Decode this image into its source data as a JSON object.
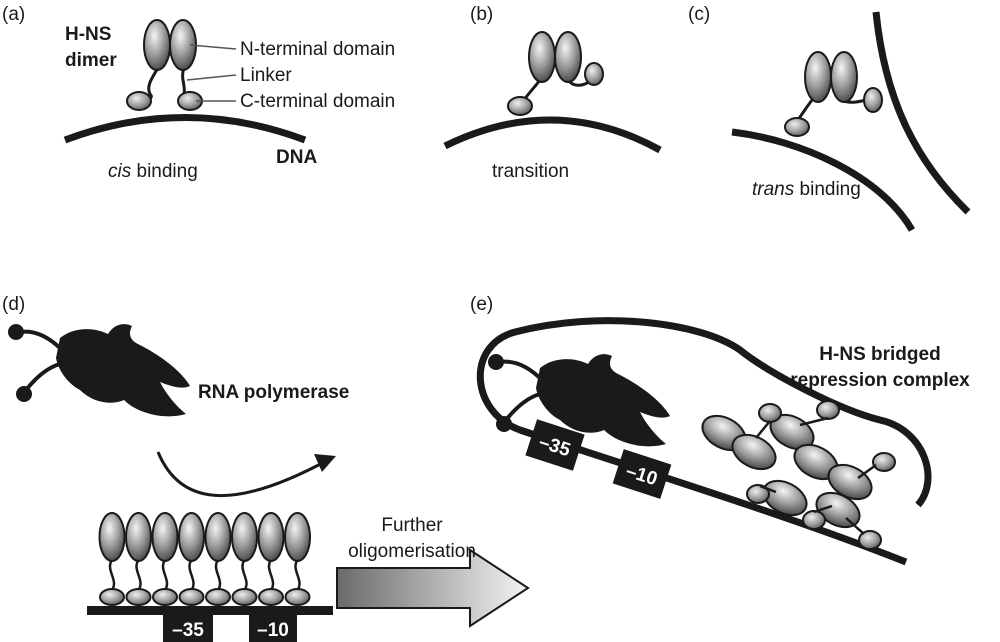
{
  "panels": {
    "a": "(a)",
    "b": "(b)",
    "c": "(c)",
    "d": "(d)",
    "e": "(e)"
  },
  "panel_a": {
    "hns_line1": "H-NS",
    "hns_line2": "dimer",
    "n_terminal": "N-terminal domain",
    "linker": "Linker",
    "c_terminal": "C-terminal domain",
    "cis_word": "cis",
    "binding_word": " binding",
    "dna": "DNA"
  },
  "panel_b": {
    "caption": "transition"
  },
  "panel_c": {
    "trans_word": "trans",
    "binding_word": " binding"
  },
  "panel_d": {
    "rna_polymerase": "RNA polymerase",
    "further_line1": "Further",
    "further_line2": "oligomerisation",
    "box_35": "–35",
    "box_10": "–10"
  },
  "panel_e": {
    "title_line1": "H-NS bridged",
    "title_line2": "repression complex",
    "box_35": "–35",
    "box_10": "–10"
  },
  "colors": {
    "ink": "#1a1a1a",
    "domain_light": "#f2f2f2",
    "domain_dark": "#555555"
  }
}
